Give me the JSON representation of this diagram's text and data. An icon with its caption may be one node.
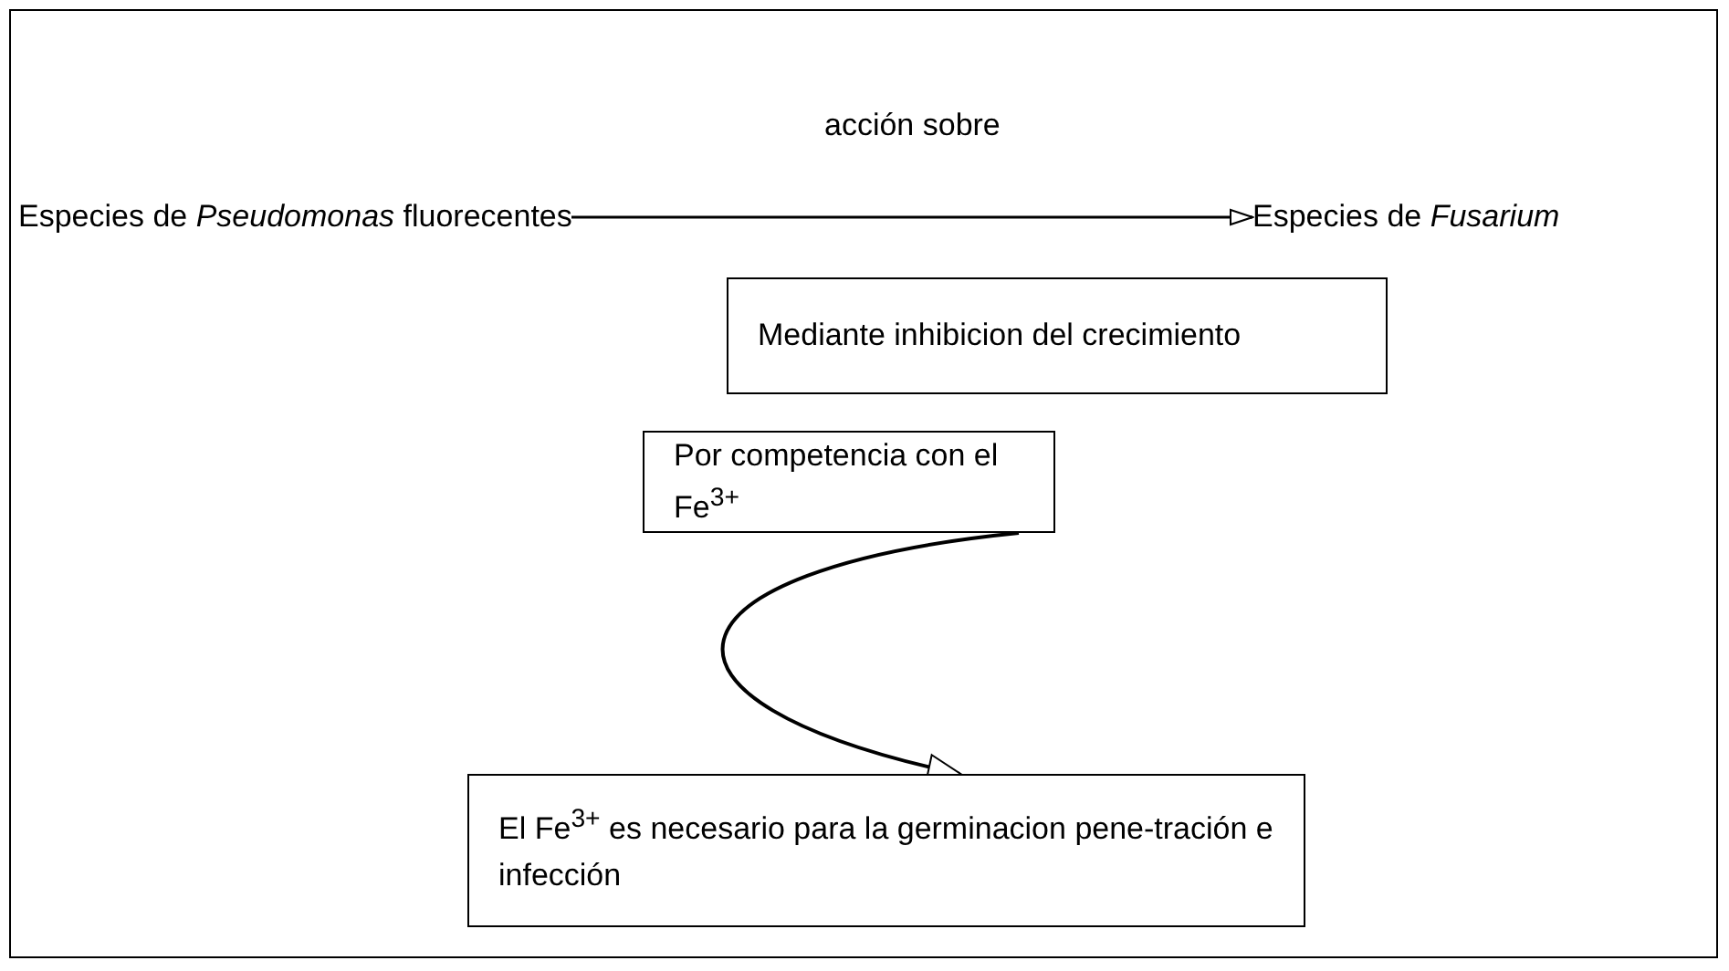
{
  "diagram": {
    "nodes": [
      {
        "text": [
          "Especies de *Pseudomonas* fluorecentes"
        ]
      },
      {
        "text": [
          "Especies de *Fusarium*"
        ]
      },
      {
        "text": [
          "Mediante inhibicion del crecimiento"
        ]
      },
      {
        "text": [
          "Por competencia con el Fe$^{3+}$"
        ]
      },
      {
        "text": [
          "El Fe$^{3+}$ es necesario para la germinacion pene-tración e infección"
        ]
      }
    ],
    "edges": [
      {
        "from": 0,
        "to": 1,
        "arrow": "to",
        "label": "acción sobre"
      },
      {
        "from": 3,
        "to": 4,
        "arrow": "to"
      }
    ]
  }
}
